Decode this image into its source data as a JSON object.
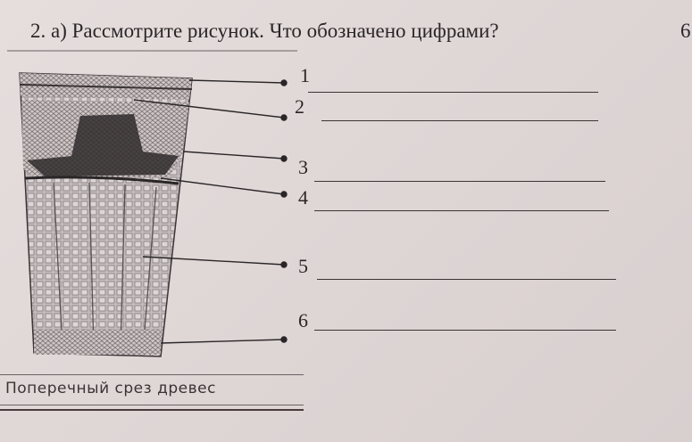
{
  "task": {
    "title": "2. а) Рассмотрите рисунок. Что обозначено цифрами?",
    "edge_char": "6"
  },
  "labels": [
    "1",
    "2",
    "3",
    "4",
    "5",
    "6"
  ],
  "caption": "Поперечный срез древес"
}
